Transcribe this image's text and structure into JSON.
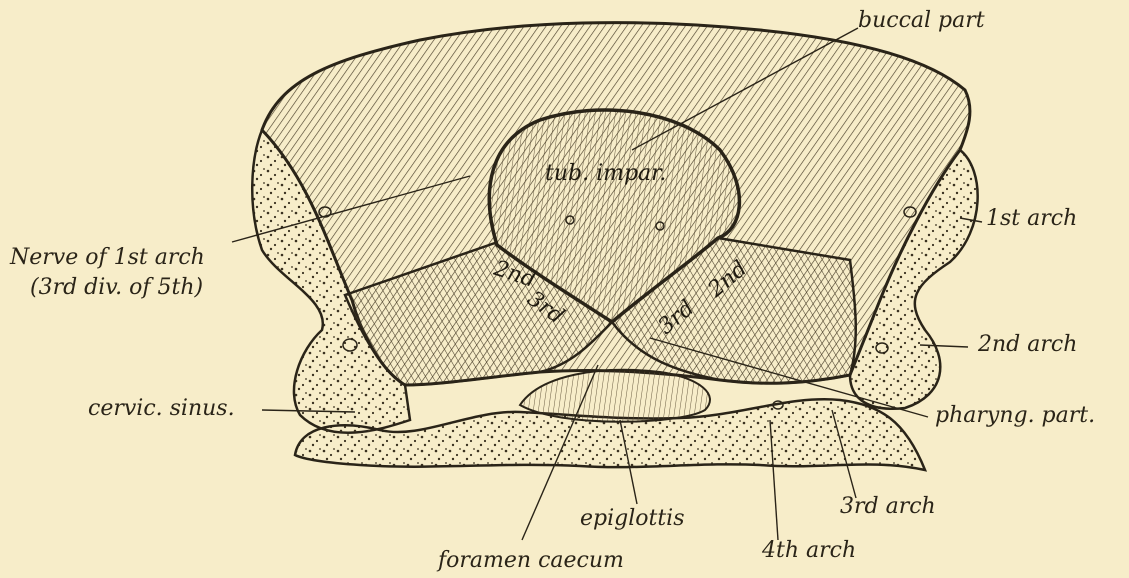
{
  "labels": {
    "buccal_part": "buccal part",
    "tub_impar": "tub. impar.",
    "first_arch": "1st arch",
    "nerve_line1": "Nerve of 1st arch",
    "nerve_line2": "(3rd div. of 5th)",
    "second_arch": "2nd arch",
    "left_2nd": "2nd",
    "left_3rd": "3rd",
    "right_3rd": "3rd",
    "right_2nd": "2nd",
    "cervic_sinus": "cervic. sinus.",
    "pharyng_part": "pharyng. part.",
    "epiglottis": "epiglottis",
    "third_arch": "3rd arch",
    "fourth_arch": "4th arch",
    "foramen_caecum": "foramen caecum"
  },
  "colors": {
    "background": "#f7edc9",
    "ink": "#2a2418"
  }
}
